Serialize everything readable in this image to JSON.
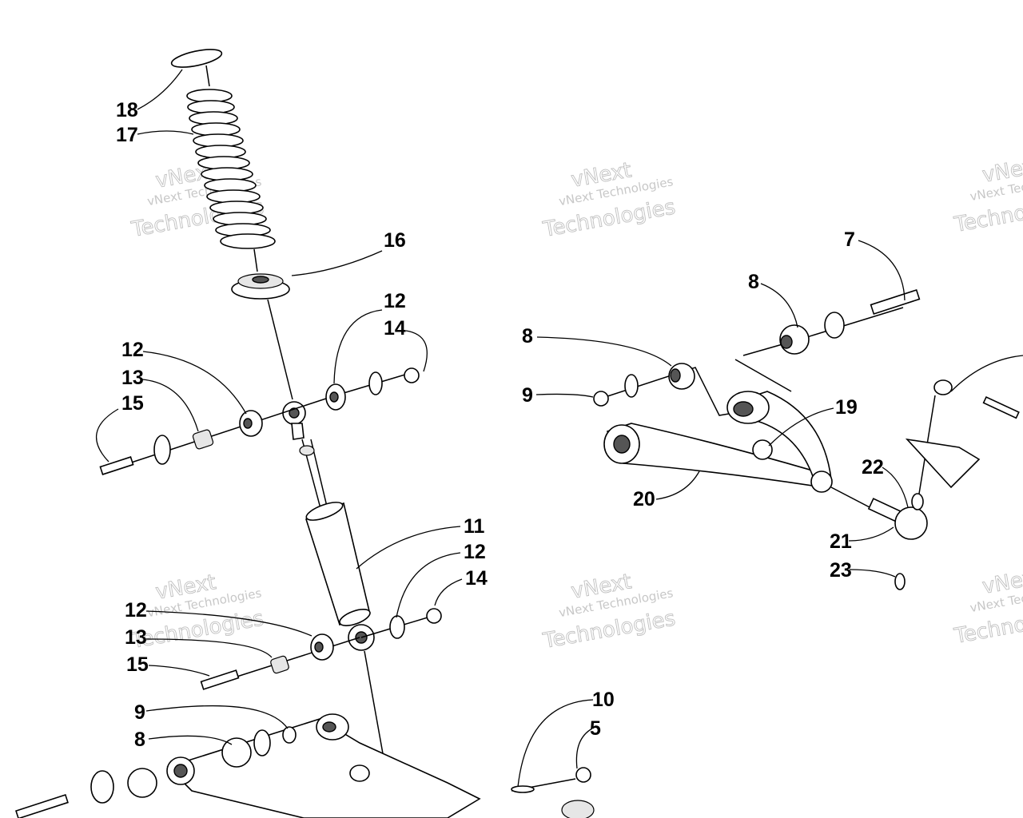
{
  "diagram": {
    "callouts": {
      "c18": "18",
      "c17": "17",
      "c16": "16",
      "c12a": "12",
      "c14a": "14",
      "c12b": "12",
      "c13a": "13",
      "c15a": "15",
      "c11": "11",
      "c12c": "12",
      "c14b": "14",
      "c12d": "12",
      "c13b": "13",
      "c15b": "15",
      "c9a": "9",
      "c8a": "8",
      "c7": "7",
      "c8b": "8",
      "c8c": "8",
      "c9b": "9",
      "c19": "19",
      "c20": "20",
      "c22": "22",
      "c21": "21",
      "c23": "23",
      "c10": "10",
      "c5": "5"
    },
    "watermark": {
      "line1": "vNext Technologies",
      "line2": "vNext",
      "line3": "Technologies"
    }
  }
}
